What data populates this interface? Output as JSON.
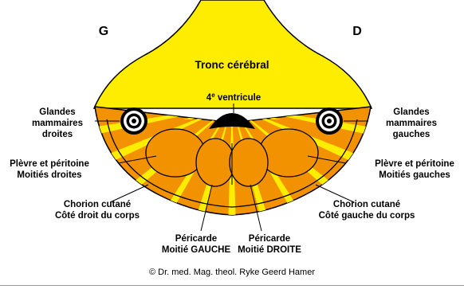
{
  "side_left": "G",
  "side_right": "D",
  "brainstem_label": "Tronc cérébral",
  "ventricle": {
    "prefix": "4",
    "sup": "e",
    "suffix": " ventricule"
  },
  "labels": {
    "glandes_droites": [
      "Glandes",
      "mammaires",
      "droites"
    ],
    "glandes_gauches": [
      "Glandes",
      "mammaires",
      "gauches"
    ],
    "plevre_droites": [
      "Plèvre et péritoine",
      "Moitiés droites"
    ],
    "plevre_gauches": [
      "Plèvre et péritoine",
      "Moitiés gauches"
    ],
    "chorion_droit": [
      "Chorion cutané",
      "Côté droit du corps"
    ],
    "chorion_gauche": [
      "Chorion cutané",
      "Côté gauche du corps"
    ],
    "pericarde_gauche": [
      "Péricarde",
      "Moitié GAUCHE"
    ],
    "pericarde_droite": [
      "Péricarde",
      "Moitié DROITE"
    ]
  },
  "copyright": "© Dr. med. Mag. theol. Ryke Geerd Hamer",
  "colors": {
    "brainstem": "#ffed00",
    "cerebellum": "#f39200",
    "ventricle": "#000000",
    "outline": "#000000"
  }
}
